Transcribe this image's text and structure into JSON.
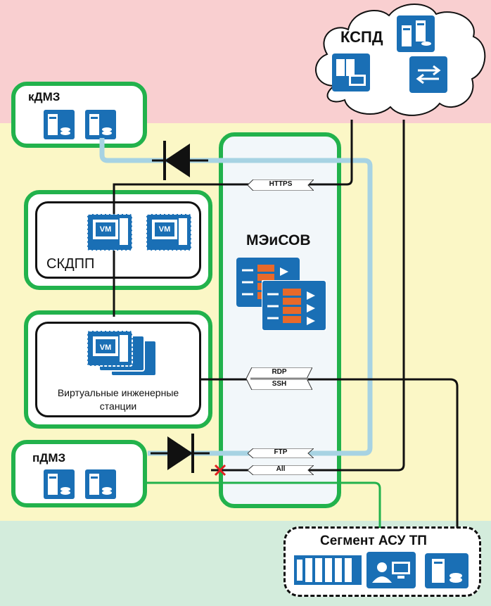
{
  "zones": {
    "red": "#f9cfd0",
    "yellow": "#fbf7c6",
    "green": "#d3ecdc"
  },
  "colors": {
    "green_border": "#22b24c",
    "blue_icon": "#1a6fb5",
    "light_blue_wire": "#a7d3e3",
    "firewall": "#e8692a"
  },
  "kspd": {
    "title": "КСПД"
  },
  "kdmz": {
    "title": "кДМЗ"
  },
  "pdmz": {
    "title": "пДМЗ"
  },
  "meisov": {
    "title": "МЭиСОВ"
  },
  "skdpp": {
    "title": "СКДПП",
    "vm_labels": [
      "VM",
      "VM"
    ]
  },
  "eng": {
    "title_line1": "Виртуальные инженерные",
    "title_line2": "станции",
    "vm_label": "VM"
  },
  "asu": {
    "title": "Сегмент АСУ ТП"
  },
  "protocols": {
    "https": "HTTPS",
    "rdp": "RDP",
    "ssh": "SSH",
    "ftp": "FTP",
    "all": "All"
  }
}
